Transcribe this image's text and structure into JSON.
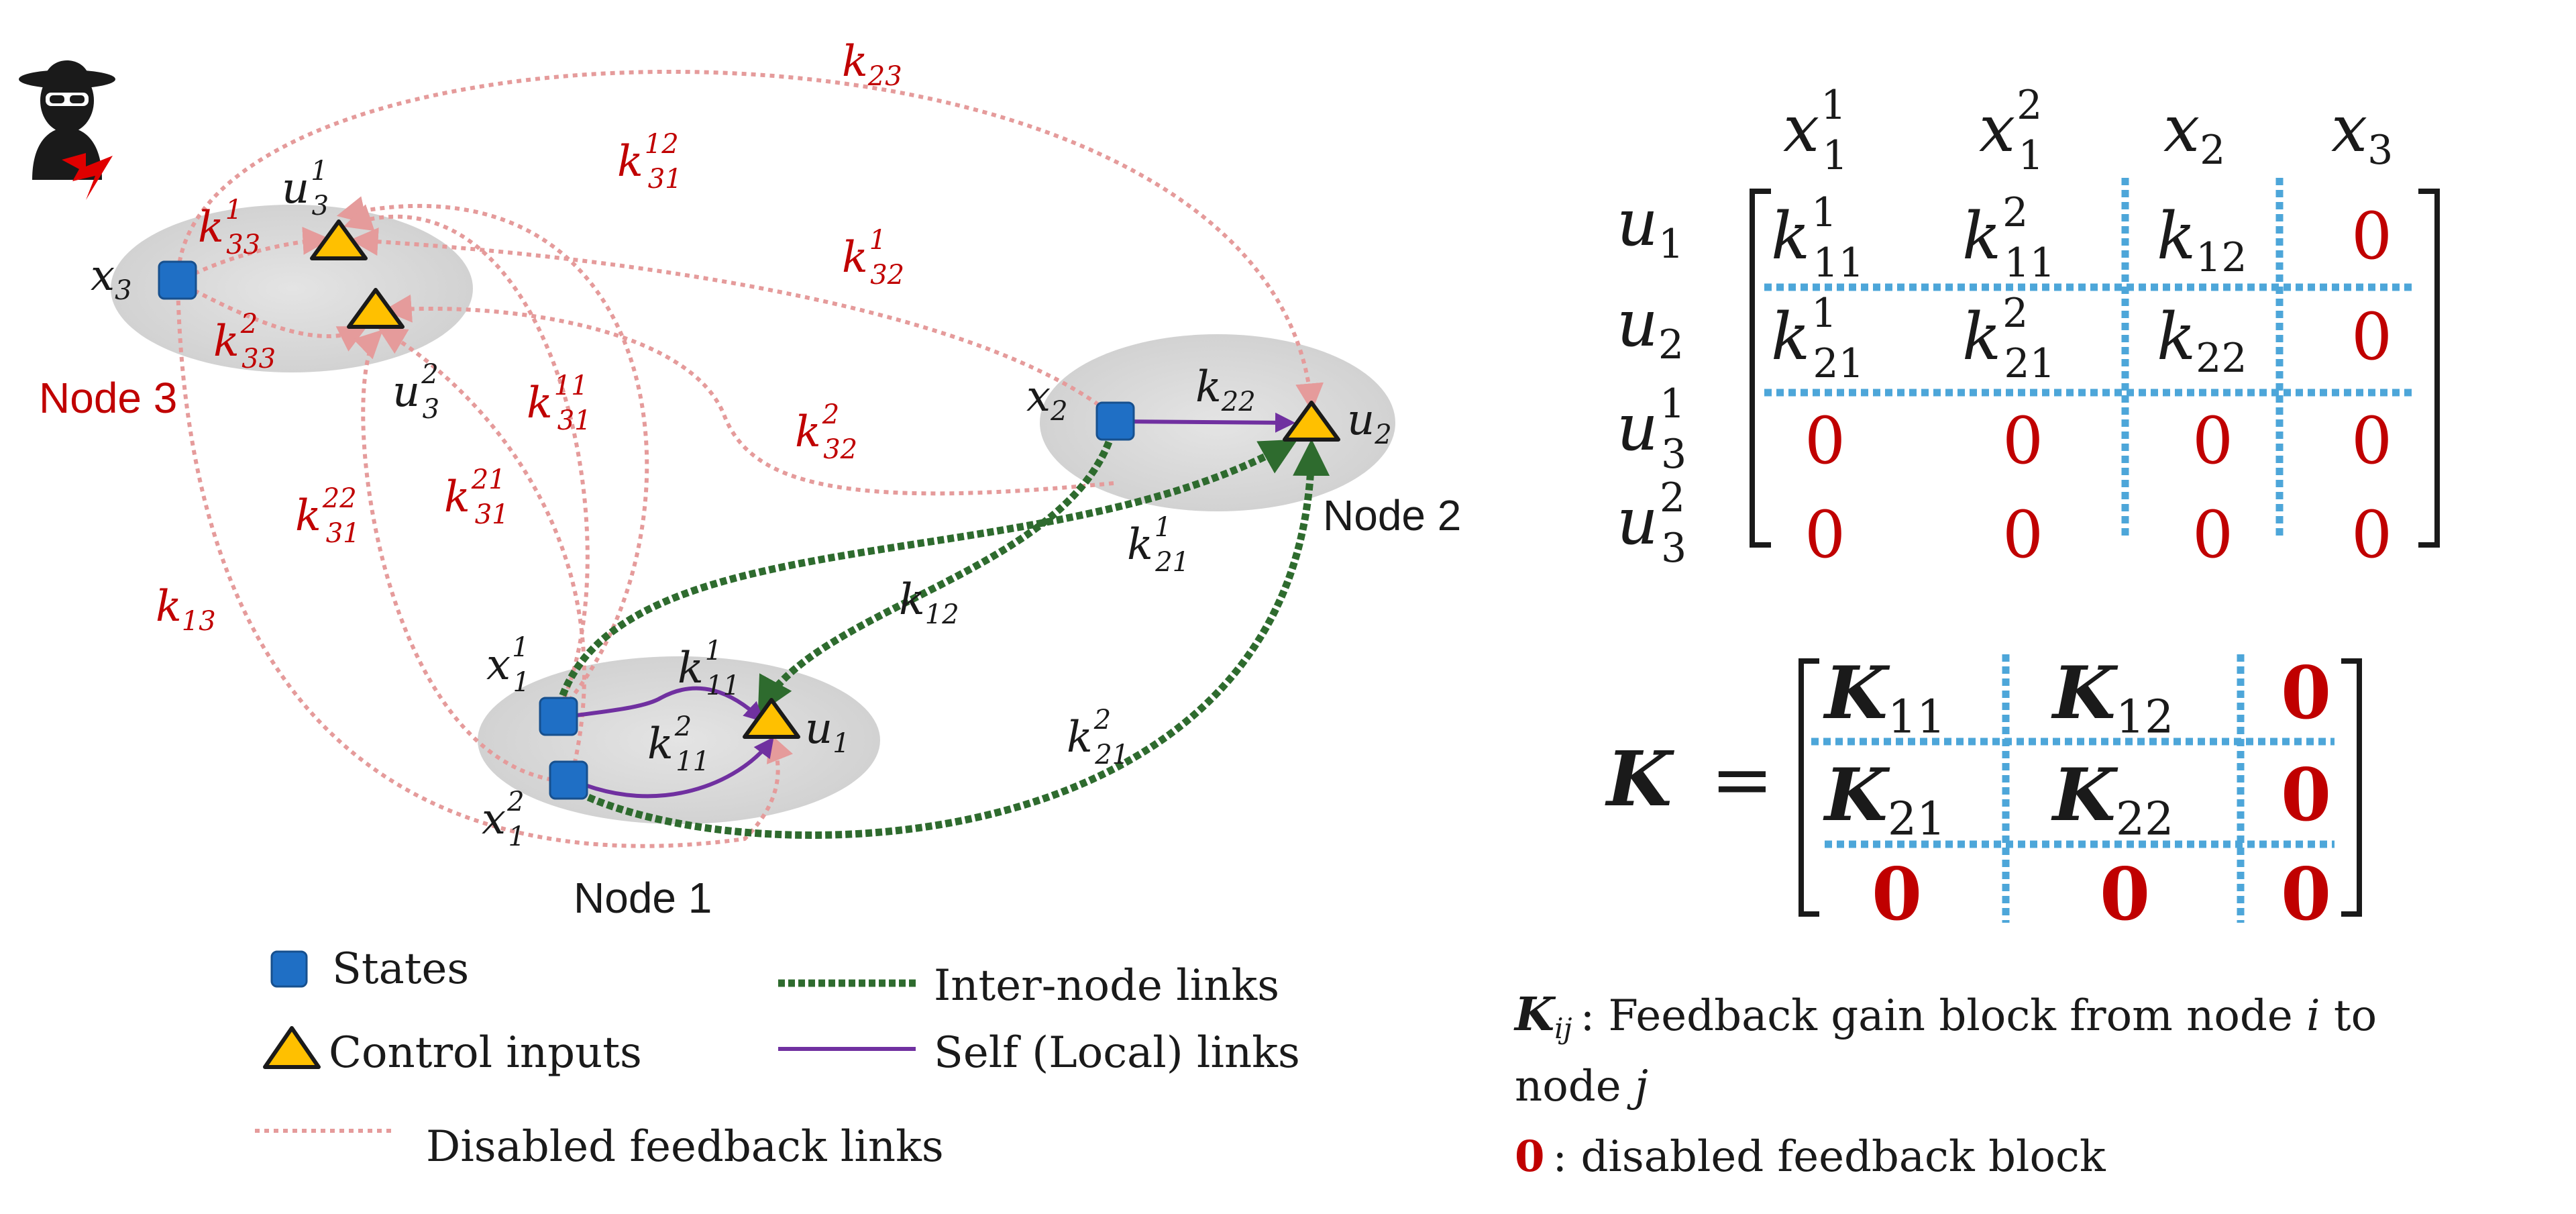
{
  "nodes": {
    "node1": "Node 1",
    "node2": "Node 2",
    "node3": "Node 3"
  },
  "link_labels": {
    "k23": {
      "base": "k",
      "sub": "23",
      "sup": ""
    },
    "k31_12": {
      "base": "k",
      "sub": "31",
      "sup": "12"
    },
    "k33_1": {
      "base": "k",
      "sub": "33",
      "sup": "1"
    },
    "k33_2": {
      "base": "k",
      "sub": "33",
      "sup": "2"
    },
    "k32_1": {
      "base": "k",
      "sub": "32",
      "sup": "1"
    },
    "k32_2": {
      "base": "k",
      "sub": "32",
      "sup": "2"
    },
    "k31_11": {
      "base": "k",
      "sub": "31",
      "sup": "11"
    },
    "k31_22": {
      "base": "k",
      "sub": "31",
      "sup": "22"
    },
    "k31_21": {
      "base": "k",
      "sub": "31",
      "sup": "21"
    },
    "k13": {
      "base": "k",
      "sub": "13",
      "sup": ""
    },
    "k22": {
      "base": "k",
      "sub": "22",
      "sup": ""
    },
    "k21_1": {
      "base": "k",
      "sub": "21",
      "sup": "1"
    },
    "k12": {
      "base": "k",
      "sub": "12",
      "sup": ""
    },
    "k11_1": {
      "base": "k",
      "sub": "11",
      "sup": "1"
    },
    "k11_2": {
      "base": "k",
      "sub": "11",
      "sup": "2"
    },
    "k21_2": {
      "base": "k",
      "sub": "21",
      "sup": "2"
    }
  },
  "variables": {
    "x3": {
      "base": "x",
      "sub": "3",
      "sup": ""
    },
    "u3_1": {
      "base": "u",
      "sub": "3",
      "sup": "1"
    },
    "u3_2": {
      "base": "u",
      "sub": "3",
      "sup": "2"
    },
    "x2": {
      "base": "x",
      "sub": "2",
      "sup": ""
    },
    "u2": {
      "base": "u",
      "sub": "2",
      "sup": ""
    },
    "x1_1": {
      "base": "x",
      "sub": "1",
      "sup": "1"
    },
    "x1_2": {
      "base": "x",
      "sub": "1",
      "sup": "2"
    },
    "u1": {
      "base": "u",
      "sub": "1",
      "sup": ""
    }
  },
  "legend": {
    "states": "States",
    "control_inputs": "Control inputs",
    "inter_node": "Inter-node links",
    "self_links": "Self (Local) links",
    "disabled": "Disabled feedback links"
  },
  "matrix1": {
    "col_headers": [
      {
        "base": "x",
        "sub": "1",
        "sup": "1"
      },
      {
        "base": "x",
        "sub": "1",
        "sup": "2"
      },
      {
        "base": "x",
        "sub": "2",
        "sup": ""
      },
      {
        "base": "x",
        "sub": "3",
        "sup": ""
      }
    ],
    "row_headers": [
      {
        "base": "u",
        "sub": "1",
        "sup": ""
      },
      {
        "base": "u",
        "sub": "2",
        "sup": ""
      },
      {
        "base": "u",
        "sub": "3",
        "sup": "1"
      },
      {
        "base": "u",
        "sub": "3",
        "sup": "2"
      }
    ],
    "cells": [
      [
        {
          "base": "k",
          "sub": "11",
          "sup": "1"
        },
        {
          "base": "k",
          "sub": "11",
          "sup": "2"
        },
        {
          "base": "k",
          "sub": "12",
          "sup": ""
        },
        {
          "zero": "0"
        }
      ],
      [
        {
          "base": "k",
          "sub": "21",
          "sup": "1"
        },
        {
          "base": "k",
          "sub": "21",
          "sup": "2"
        },
        {
          "base": "k",
          "sub": "22",
          "sup": ""
        },
        {
          "zero": "0"
        }
      ],
      [
        {
          "zero": "0"
        },
        {
          "zero": "0"
        },
        {
          "zero": "0"
        },
        {
          "zero": "0"
        }
      ],
      [
        {
          "zero": "0"
        },
        {
          "zero": "0"
        },
        {
          "zero": "0"
        },
        {
          "zero": "0"
        }
      ]
    ]
  },
  "matrix2": {
    "lhs": "K",
    "equals": "=",
    "cells": [
      [
        {
          "base": "K",
          "sub": "11"
        },
        {
          "base": "K",
          "sub": "12"
        },
        {
          "zero": "0"
        }
      ],
      [
        {
          "base": "K",
          "sub": "21"
        },
        {
          "base": "K",
          "sub": "22"
        },
        {
          "zero": "0"
        }
      ],
      [
        {
          "zero": "0"
        },
        {
          "zero": "0"
        },
        {
          "zero": "0"
        }
      ]
    ]
  },
  "caption": {
    "kij_base": "K",
    "kij_sub": "ij",
    "line1_a": ": Feedback gain block from node ",
    "line1_i": "i",
    "line1_b": " to",
    "line2_a": "node ",
    "line2_j": "j",
    "zero": "0",
    "zero_text": ": disabled feedback  block"
  },
  "colors": {
    "disabled_link": "#e59b9b",
    "inter_link": "#2e6b2e",
    "self_link": "#7030a0",
    "state": "#1f6fc5",
    "input": "#ffc000",
    "label_red": "#c00000",
    "divider": "#4da6d9"
  }
}
